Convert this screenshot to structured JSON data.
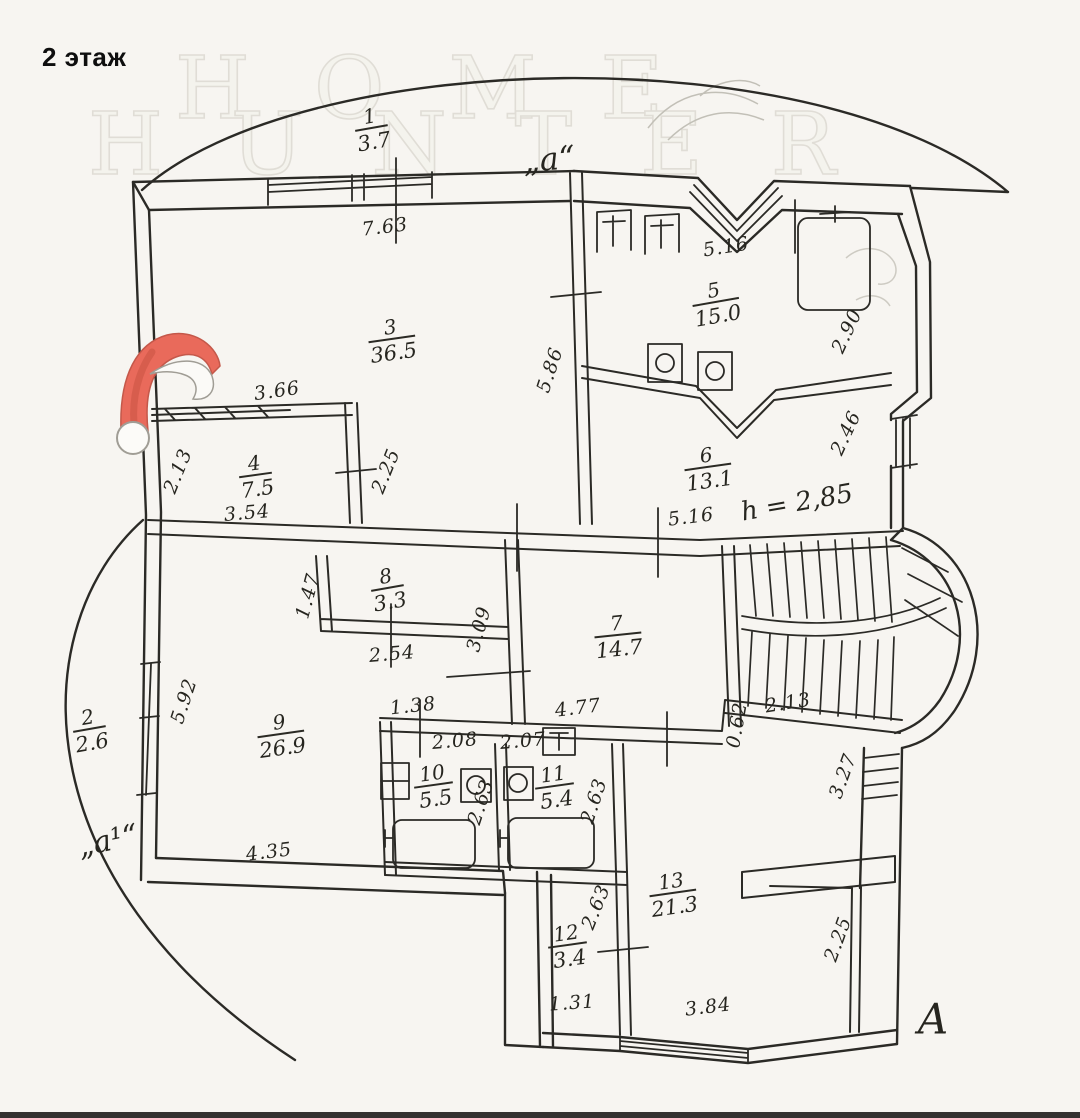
{
  "page": {
    "floor_label": "2 этаж",
    "watermark": {
      "line1": "HOME",
      "line2": "HUNTER"
    }
  },
  "plan": {
    "ceiling_height": "h = 2,85",
    "axis_labels": {
      "top": "„a“",
      "bottom_left": "„a¹“",
      "bottom_right": "А"
    },
    "rooms": [
      {
        "number": "1",
        "area": "3.7"
      },
      {
        "number": "2",
        "area": "2.6"
      },
      {
        "number": "3",
        "area": "36.5"
      },
      {
        "number": "4",
        "area": "7.5"
      },
      {
        "number": "5",
        "area": "15.0"
      },
      {
        "number": "6",
        "area": "13.1"
      },
      {
        "number": "7",
        "area": "14.7"
      },
      {
        "number": "8",
        "area": "3.3"
      },
      {
        "number": "9",
        "area": "26.9"
      },
      {
        "number": "10",
        "area": "5.5"
      },
      {
        "number": "11",
        "area": "5.4"
      },
      {
        "number": "12",
        "area": "3.4"
      },
      {
        "number": "13",
        "area": "21.3"
      }
    ],
    "dimensions": {
      "room1_width": "7.63",
      "room3_niche": "3.66",
      "room3_right": "5.86",
      "room3_left": "2.13",
      "room4_door": "2.25",
      "room4_bottom": "3.54",
      "room5_top": "5.16",
      "room5_right": "2.90",
      "room6_bottom": "5.16",
      "room6_right": "2.46",
      "room7_left": "3.09",
      "room7_bottom": "4.77",
      "room7_door": "1.38",
      "room8_left": "1.47",
      "room8_bottom": "2.54",
      "room9_left": "5.92",
      "room9_bottom": "4.35",
      "room10_top": "2.08",
      "room10_right": "2.63",
      "room11_top": "2.07",
      "room11_right": "2.63",
      "room12_right": "2.63",
      "room12_bottom": "1.31",
      "room13_bottom": "3.84",
      "room13_right": "2.25",
      "stairs_top": "2.13",
      "stairs_step": "0.62",
      "right_window": "3.27"
    }
  },
  "colors": {
    "ink": "#2b2a26",
    "hat_red": "#e96a5b",
    "paper": "#f7f5f1"
  }
}
